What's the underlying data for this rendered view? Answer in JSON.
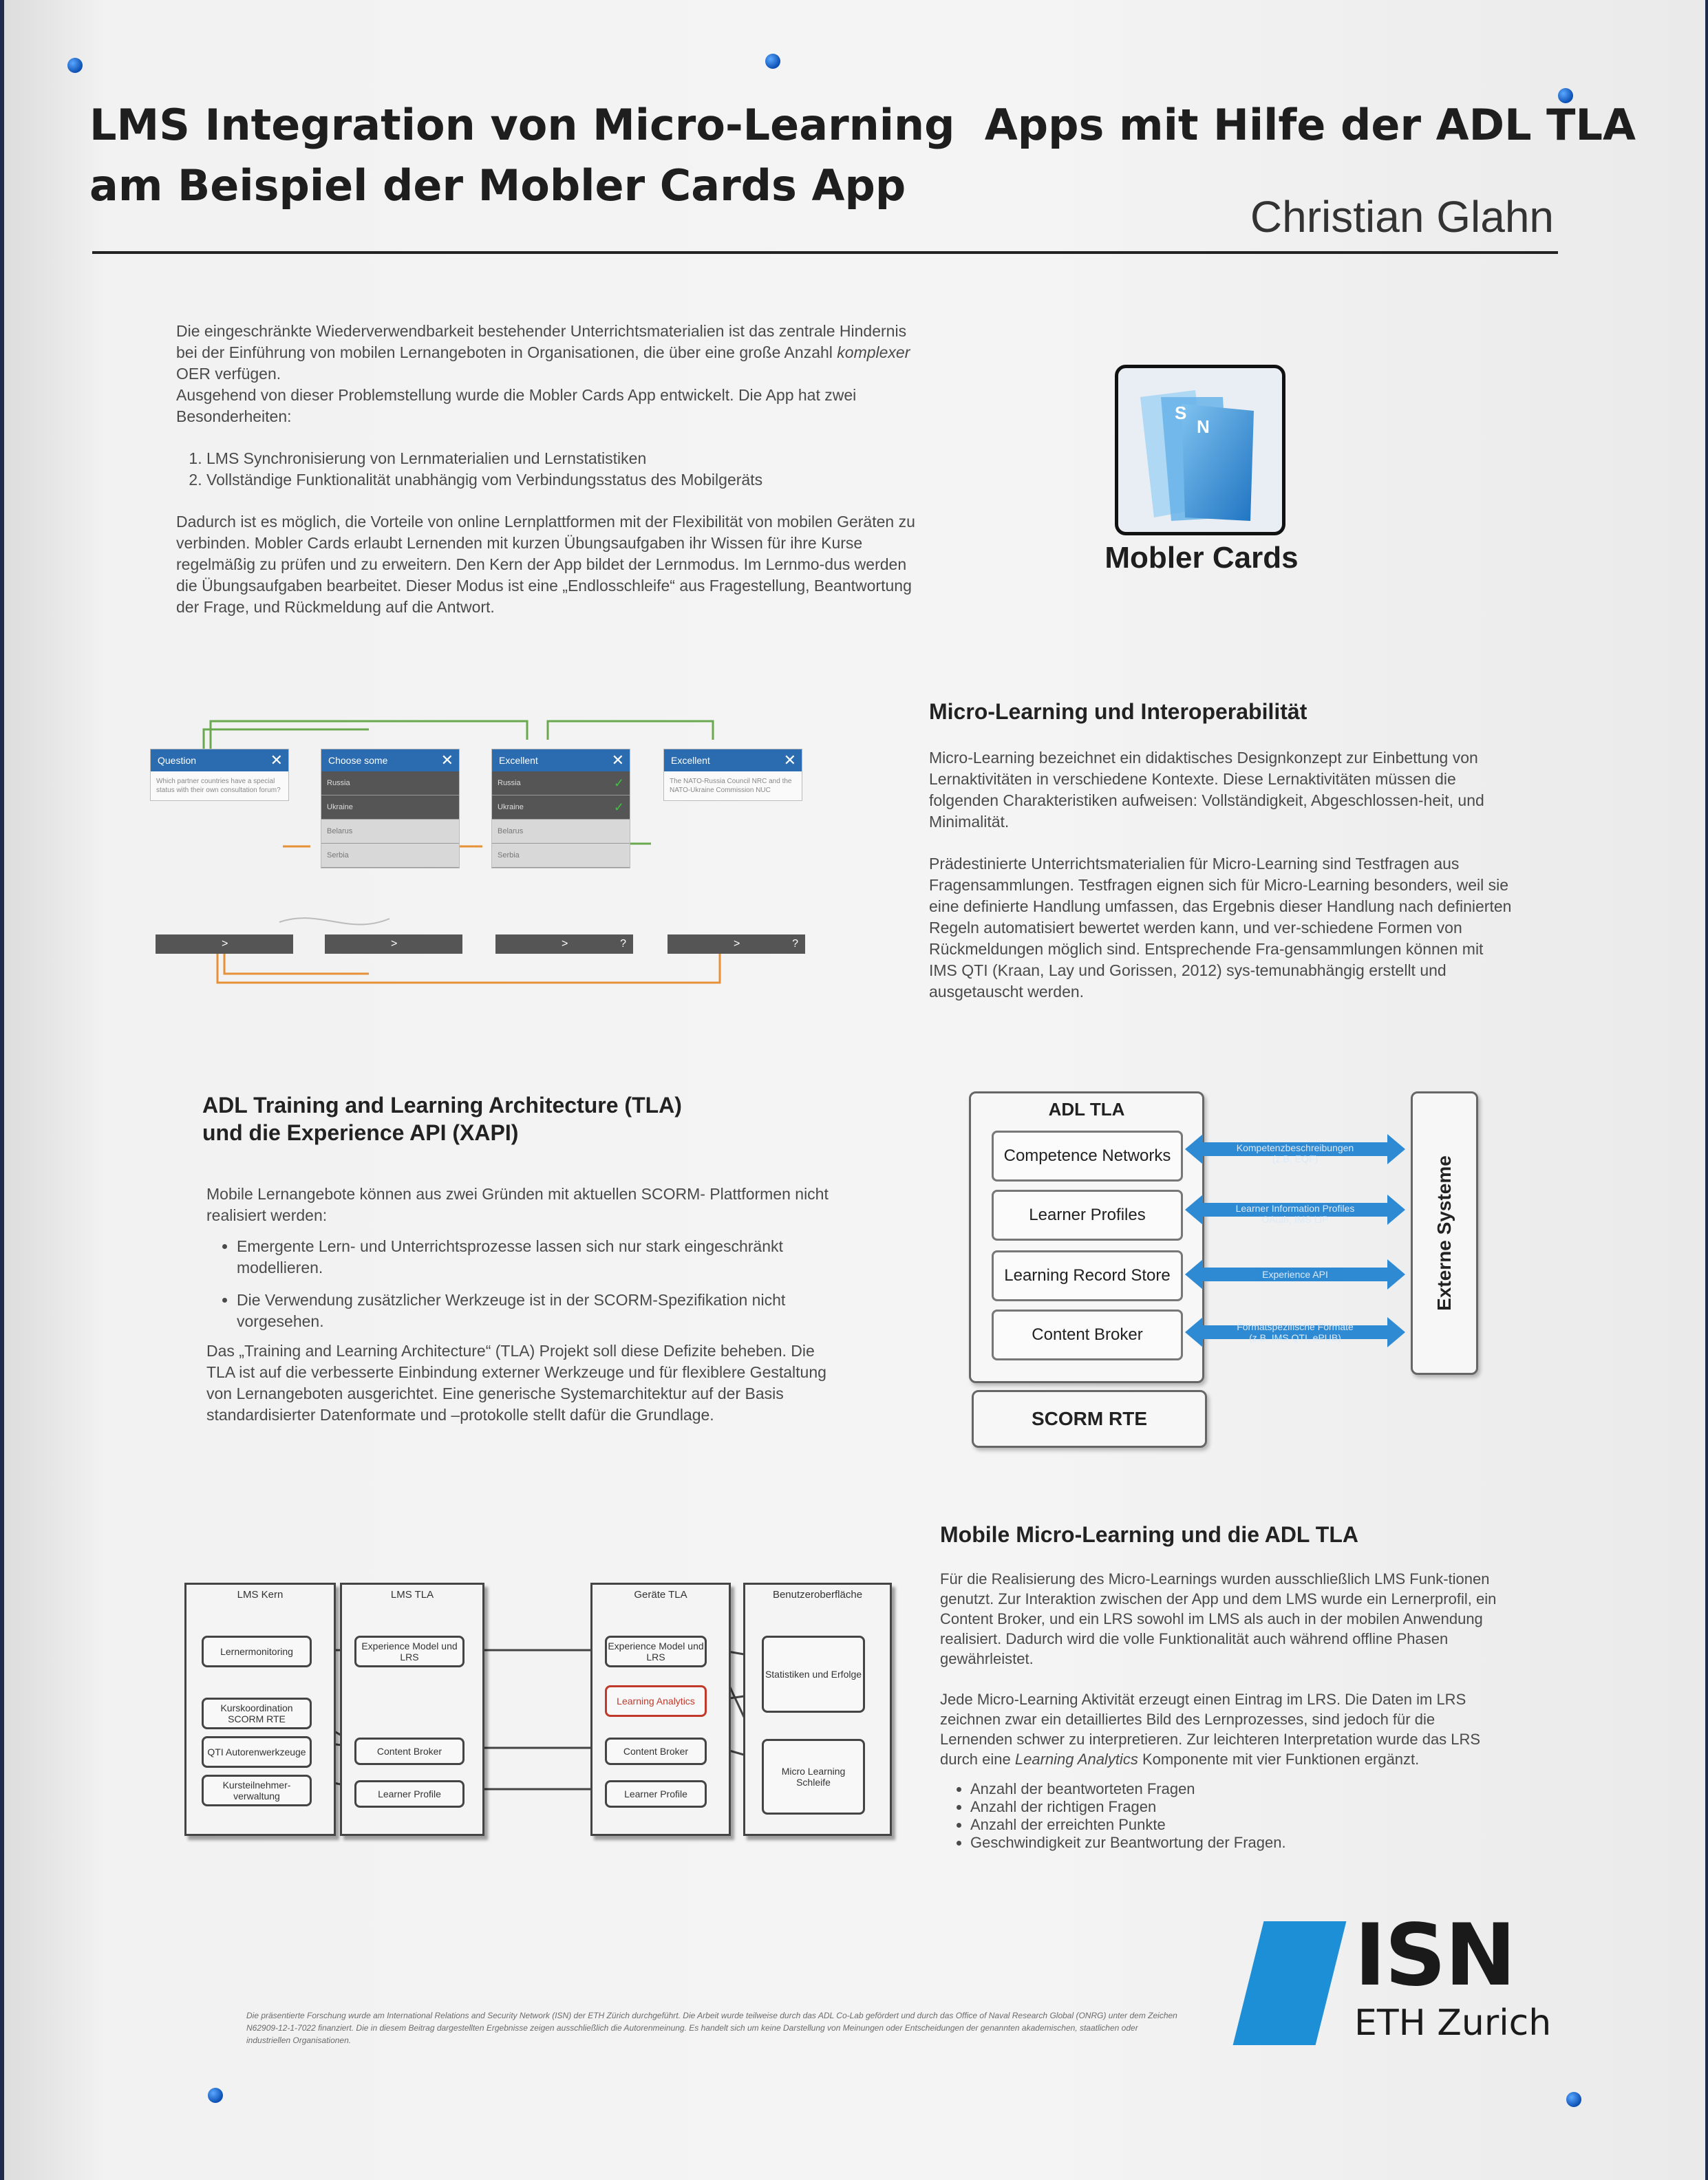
{
  "poster": {
    "title_line1": "LMS Integration von Micro-Learning  Apps mit Hilfe der ADL TLA",
    "title_line2": "am Beispiel der Mobler Cards App",
    "author": "Christian Glahn"
  },
  "intro": {
    "para1_a": "Die eingeschränkte Wiederverwendbarkeit bestehender Unterrichtsmaterialien ist das zentrale Hindernis bei der Einführung von mobilen Lernangeboten in Organisationen, die über eine große Anzahl ",
    "para1_em": "komplexer",
    "para1_b": " OER verfügen.",
    "para2": "Ausgehend von dieser Problemstellung wurde die Mobler Cards App entwickelt. Die App hat zwei Besonderheiten:",
    "list": [
      "LMS Synchronisierung von Lernmaterialien und Lernstatistiken",
      "Vollständige Funktionalität unabhängig vom Verbindungsstatus des Mobilgeräts"
    ],
    "para3": "Dadurch ist es möglich, die Vorteile von online Lernplattformen mit der Flexibilität von mobilen Geräten zu verbinden. Mobler Cards erlaubt Lernenden mit kurzen Übungsaufgaben ihr Wissen für ihre Kurse regelmäßig zu prüfen und zu erweitern. Den Kern der App bildet der Lernmodus. Im Lernmo-dus werden die Übungsaufgaben bearbeitet. Dieser Modus ist eine „Endlosschleife“ aus Fragestellung, Beantwortung der Frage, und Rückmeldung auf die Antwort."
  },
  "app": {
    "name": "Mobler Cards",
    "icon_letters": [
      "S",
      "N"
    ],
    "icon_name": "mobler-cards-app-icon"
  },
  "screens": [
    {
      "header": "Question",
      "text": "Which partner countries have a special status with their own consultation forum?",
      "rows": []
    },
    {
      "header": "Choose some",
      "rows": [
        {
          "label": "Russia",
          "style": "dark",
          "check": false
        },
        {
          "label": "Ukraine",
          "style": "dark",
          "check": false
        },
        {
          "label": "Belarus",
          "style": "light",
          "check": false
        },
        {
          "label": "Serbia",
          "style": "light",
          "check": false
        }
      ]
    },
    {
      "header": "Excellent",
      "rows": [
        {
          "label": "Russia",
          "style": "dark",
          "check": true
        },
        {
          "label": "Ukraine",
          "style": "dark",
          "check": true
        },
        {
          "label": "Belarus",
          "style": "light",
          "check": false
        },
        {
          "label": "Serbia",
          "style": "light",
          "check": false
        }
      ]
    },
    {
      "header": "Excellent",
      "text": "The NATO-Russia Council NRC and the NATO-Ukraine Commission NUC",
      "rows": []
    }
  ],
  "navbars": [
    {
      "arrow": ">",
      "help": ""
    },
    {
      "arrow": ">",
      "help": ""
    },
    {
      "arrow": ">",
      "help": "?"
    },
    {
      "arrow": ">",
      "help": "?"
    }
  ],
  "micro": {
    "heading": "Micro-Learning und Interoperabilität",
    "para1": "Micro-Learning bezeichnet ein didaktisches Designkonzept zur Einbettung von Lernaktivitäten in verschiedene Kontexte. Diese Lernaktivitäten müssen die folgenden Charakteristiken aufweisen: Vollständigkeit, Abgeschlossen-heit, und Minimalität.",
    "para2": "Prädestinierte Unterrichtsmaterialien für Micro-Learning sind Testfragen aus Fragensammlungen. Testfragen eignen sich für Micro-Learning besonders, weil sie eine definierte Handlung umfassen, das Ergebnis dieser Handlung nach definierten Regeln automatisiert bewertet werden kann, und ver-schiedene Formen von Rückmeldungen möglich sind. Entsprechende Fra-gensammlungen können mit IMS QTI (Kraan, Lay und Gorissen, 2012) sys-temunabhängig erstellt und ausgetauscht werden."
  },
  "adl": {
    "heading_line1": "ADL Training and Learning Architecture (TLA)",
    "heading_line2": "und die Experience API (XAPI)",
    "para1": "Mobile Lernangebote können aus zwei Gründen mit aktuellen SCORM- Plattformen nicht realisiert werden:",
    "bullets": [
      "Emergente Lern- und Unterrichtsprozesse lassen sich nur stark eingeschränkt modellieren.",
      "Die Verwendung zusätzlicher Werkzeuge ist in der SCORM-Spezifikation nicht vorgesehen."
    ],
    "para2": "Das „Training and Learning Architecture“ (TLA) Projekt soll diese Defizite beheben. Die TLA ist auf die verbesserte Einbindung externer Werkzeuge und für flexiblere Gestaltung von Lernangeboten ausgerichtet. Eine generische Systemarchitektur auf der Basis standardisierter Datenformate und –protokolle stellt dafür die Grundlage."
  },
  "tla_diagram": {
    "title": "ADL TLA",
    "boxes": [
      "Competence Networks",
      "Learner Profiles",
      "Learning Record Store",
      "Content Broker"
    ],
    "arrows": [
      {
        "line1": "Kompetenzbeschreibungen",
        "line2": "(z.B. EQF)"
      },
      {
        "line1": "Learner Information Profiles",
        "line2": "OAuth, IMS LIP"
      },
      {
        "line1": "Experience API",
        "line2": ""
      },
      {
        "line1": "Formatspezifische Formate",
        "line2": "(z.B. IMS QTI, ePUB)"
      }
    ],
    "external": "Externe Systeme",
    "scorm": "SCORM RTE",
    "arrow_color": "#2f8ad4"
  },
  "mobile": {
    "heading": "Mobile Micro-Learning und die ADL TLA",
    "para1": "Für die Realisierung des Micro-Learnings wurden ausschließlich LMS Funk-tionen genutzt. Zur Interaktion zwischen der App und dem LMS wurde ein Lernerprofil, ein Content Broker, und ein LRS sowohl im LMS als auch in der mobilen Anwendung realisiert. Dadurch wird die volle Funktionalität auch während offline Phasen gewährleistet.",
    "para2_a": "Jede Micro-Learning Aktivität erzeugt einen Eintrag im LRS. Die Daten im LRS zeichnen zwar ein detailliertes Bild des Lernprozesses, sind jedoch für die Lernenden schwer zu interpretieren. Zur leichteren Interpretation wurde das LRS durch eine ",
    "para2_em": "Learning Analytics",
    "para2_b": " Komponente mit vier Funktionen ergänzt.",
    "bullets": [
      "Anzahl der beantworteten Fragen",
      "Anzahl der richtigen Fragen",
      "Anzahl der erreichten Punkte",
      "Geschwindigkeit zur Beantwortung der Fragen."
    ]
  },
  "arch": {
    "columns": [
      "LMS Kern",
      "LMS TLA",
      "Geräte TLA",
      "Benutzeroberfläche"
    ],
    "lms_kern": [
      "Lernermonitoring",
      "Kurskoordination SCORM RTE",
      "QTI Autorenwerkzeuge",
      "Kursteilnehmer-verwaltung"
    ],
    "lms_tla": [
      "Experience Model und LRS",
      "Content Broker",
      "Learner Profile"
    ],
    "geraete_tla": [
      "Experience Model und LRS",
      "Learning Analytics",
      "Content Broker",
      "Learner Profile"
    ],
    "ui": [
      "Statistiken und Erfolge",
      "Micro Learning Schleife"
    ],
    "highlight_color": "#c0392b"
  },
  "logo": {
    "isn": "ISN",
    "eth": "ETH Zurich",
    "bar_color": "#1d8fd6"
  },
  "footnote": "Die präsentierte Forschung wurde am International Relations and Security Network (ISN) der ETH Zürich durchgeführt. Die Arbeit wurde teilweise durch das ADL Co-Lab gefördert und durch das Office of Naval Research Global (ONRG) unter dem Zeichen N62909-12-1-7022 finanziert. Die in diesem Beitrag dargestellten Ergebnisse zeigen ausschließlich die Autorenmeinung. Es handelt sich um keine Darstellung von Meinungen oder Entscheidungen der genannten akademischen, staatlichen oder industriellen Organisationen."
}
